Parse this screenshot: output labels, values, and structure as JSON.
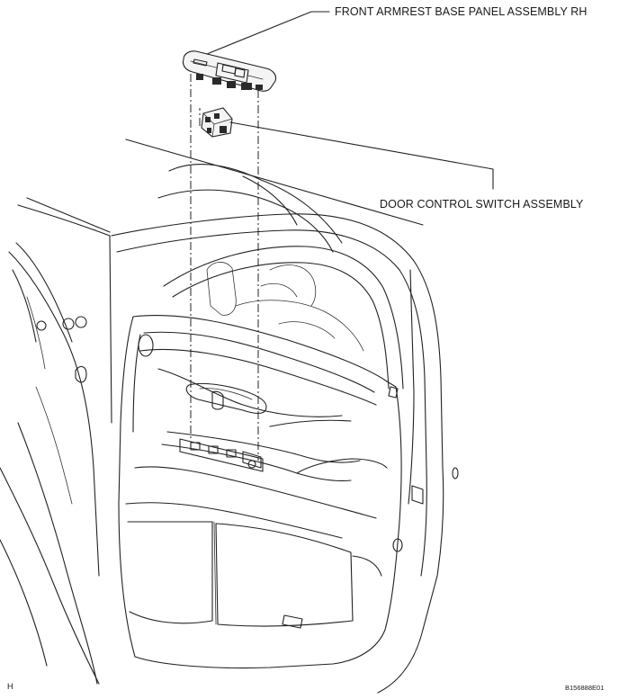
{
  "labels": {
    "armrest": "FRONT ARMREST BASE PANEL ASSEMBLY RH",
    "switch": "DOOR CONTROL SWITCH ASSEMBLY",
    "corner": "H",
    "code": "B156888E01"
  },
  "parts": [
    "front-armrest-base-panel",
    "door-control-switch",
    "door-trim-panel",
    "vehicle-body"
  ]
}
